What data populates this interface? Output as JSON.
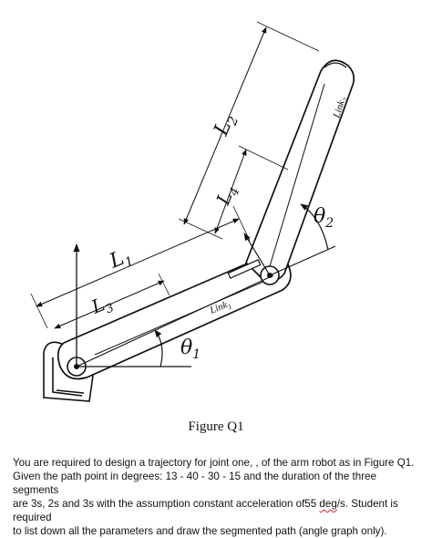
{
  "diagram": {
    "labels": {
      "l1": "L",
      "l1_sub": "1",
      "l2": "L",
      "l2_sub": "2",
      "l3": "L",
      "l3_sub": "3",
      "l4": "L",
      "l4_sub": "4",
      "theta1": "θ",
      "theta1_sub": "1",
      "theta2": "θ",
      "theta2_sub": "2",
      "link1": "Link",
      "link1_sub": "1",
      "link2": "Link",
      "link2_sub": "2"
    }
  },
  "caption": "Figure Q1",
  "question": {
    "line1": "You are required to design a trajectory for joint one, , of the arm robot as in Figure Q1.",
    "line2": "Given the path point in degrees: 13 - 40 - 30 - 15 and the duration of the three segments",
    "line3_before": "are 3s, 2s and 3s with the assumption constant acceleration of55 ",
    "line3_wavy": "deg",
    "line3_after": "/s. Student is required",
    "line4": "to list down all the parameters and draw the segmented path (angle graph only)."
  }
}
